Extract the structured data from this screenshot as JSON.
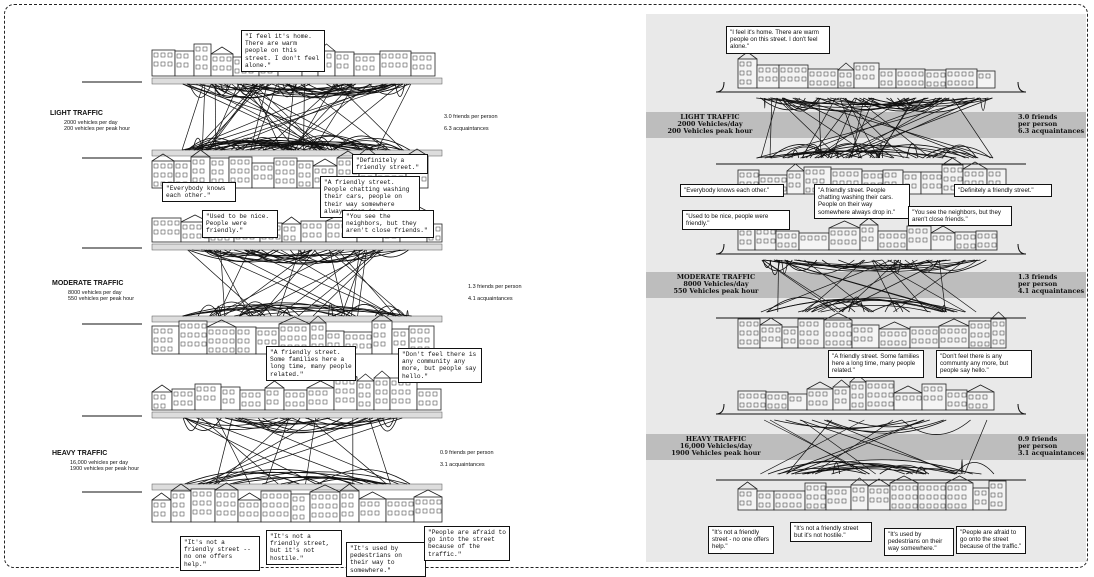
{
  "left": {
    "sections": [
      {
        "label": "LIGHT TRAFFIC",
        "vehicles_day": "2000  vehicles per day",
        "vehicles_peak": "200  vehicles per peak hour",
        "friends": "3.0 friends per person",
        "acquaintances": "6.3 acquaintances",
        "quotes": [
          "\"I feel it's home. There are warm people on this street. I don't feel alone.\"",
          "\"Definitely a friendly street.\"",
          "\"Everybody knows each other.\"",
          "\"A friendly street. People chatting washing their cars, people on their way somewhere always drop in.\""
        ]
      },
      {
        "label": "MODERATE TRAFFIC",
        "vehicles_day": "8000  vehicles per day",
        "vehicles_peak": "550  vehicles per peak hour",
        "friends": "1.3 friends per person",
        "acquaintances": "4.1 acquaintances",
        "quotes": [
          "\"Used to be nice. People were friendly.\"",
          "\"You see the neighbors, but they aren't close friends.\"",
          "\"A friendly street. Some families here a long time, many people related.\"",
          "\"Don't feel there is any community any more, but people say hello.\""
        ]
      },
      {
        "label": "HEAVY TRAFFIC",
        "vehicles_day": "16,000  vehicles per day",
        "vehicles_peak": "1900  vehicles per peak hour",
        "friends": "0.9 friends per person",
        "acquaintances": "3.1 acquaintances",
        "quotes": [
          "\"It's not a friendly street -- no one offers help.\"",
          "\"It's not a friendly street, but it's not hostile.\"",
          "\"It's used by pedestrians on their way to somewhere.\"",
          "\"People are afraid to go into the street because of the traffic.\""
        ]
      }
    ]
  },
  "right": {
    "sections": [
      {
        "label_lines": [
          "LIGHT TRAFFIC",
          "2000 Vehicles/day",
          "200 Vehicles peak hour"
        ],
        "stat_lines": [
          "3.0 friends",
          "per person",
          "6.3 acquaintances"
        ],
        "quotes": [
          "\"I feel it's home. There are warm people on this street. I don't feel alone.\"",
          "\"Everybody knows each other.\"",
          "\"A friendly street. People chatting washing their cars. People on their way somewhere always drop in.\"",
          "\"Definitely a friendly street.\""
        ]
      },
      {
        "label_lines": [
          "MODERATE TRAFFIC",
          "8000 Vehicles/day",
          "550 Vehicles peak hour"
        ],
        "stat_lines": [
          "1.3 friends",
          "per person",
          "4.1 acquaintances"
        ],
        "quotes": [
          "\"Used to be nice, people were friendly.\"",
          "\"You see the neighbors, but they aren't close friends.\"",
          "\"A friendly street. Some families here a long time, many people related.\"",
          "\"Don't feel there is any communty any more, but people say hello.\""
        ]
      },
      {
        "label_lines": [
          "HEAVY TRAFFIC",
          "16,000 Vehicles/day",
          "1900 Vehicles peak hour"
        ],
        "stat_lines": [
          "0.9 friends",
          "per person",
          "3.1 acquaintances"
        ],
        "quotes": [
          "\"It's not a friendly street - no one offers help.\"",
          "\"It's not a friendly street but it's not hostile.\"",
          "\"It's used by pedestrians on their way somewhere.\"",
          "\"People are afraid to go onto the street because of the traffic.\""
        ]
      }
    ]
  }
}
